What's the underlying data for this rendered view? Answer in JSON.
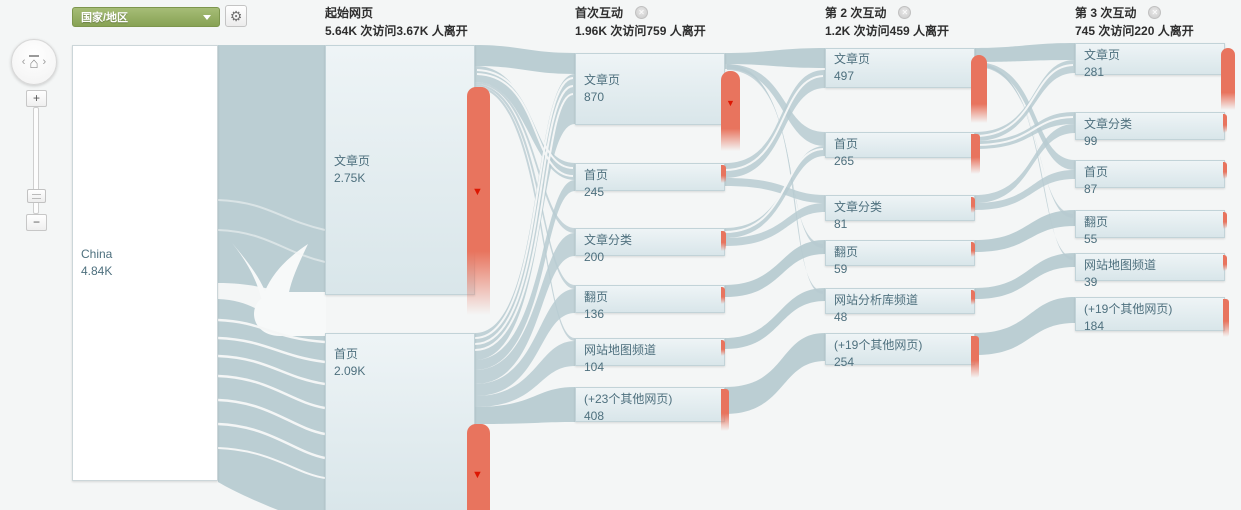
{
  "colors": {
    "background": "#f4f6f6",
    "band": "#b7cbd1",
    "white_gap": "#f7f9f9",
    "node_fill_top": "#eef4f6",
    "node_fill_bottom": "#d9e6ea",
    "node_border": "#c2d3d8",
    "node_text": "#4e707e",
    "dropoff": "#e8745e",
    "dropoff_arrow": "#dd1602",
    "header_text": "#2e2e2e",
    "dropdown_green": "#94ad63"
  },
  "toolbar": {
    "dimension_label": "国家/地区",
    "gear_icon": "⚙"
  },
  "pan_zoom": {
    "home_icon": "⌂",
    "left_chevron": "‹",
    "right_chevron": "›",
    "zoom_in": "+",
    "zoom_out": "−"
  },
  "close_icon": "✕",
  "dropoff_arrow_glyph": "▼",
  "source_node": {
    "label": "China",
    "value": "4.84K"
  },
  "columns": [
    {
      "title": "起始网页",
      "subtitle": "5.64K 次访问3.67K 人离开",
      "closable": false,
      "nodes": [
        {
          "label": "文章页",
          "value": "2.75K"
        },
        {
          "label": "首页",
          "value": "2.09K"
        }
      ]
    },
    {
      "title": "首次互动",
      "subtitle": "1.96K 次访问759 人离开",
      "closable": true,
      "nodes": [
        {
          "label": "文章页",
          "value": "870"
        },
        {
          "label": "首页",
          "value": "245"
        },
        {
          "label": "文章分类",
          "value": "200"
        },
        {
          "label": "翻页",
          "value": "136"
        },
        {
          "label": "网站地图频道",
          "value": "104"
        },
        {
          "label": "(+23个其他网页)",
          "value": "408"
        }
      ]
    },
    {
      "title": "第 2 次互动",
      "subtitle": "1.2K 次访问459 人离开",
      "closable": true,
      "nodes": [
        {
          "label": "文章页",
          "value": "497"
        },
        {
          "label": "首页",
          "value": "265"
        },
        {
          "label": "文章分类",
          "value": "81"
        },
        {
          "label": "翻页",
          "value": "59"
        },
        {
          "label": "网站分析库频道",
          "value": "48"
        },
        {
          "label": "(+19个其他网页)",
          "value": "254"
        }
      ]
    },
    {
      "title": "第 3 次互动",
      "subtitle": "745 次访问220 人离开",
      "closable": true,
      "nodes": [
        {
          "label": "文章页",
          "value": "281"
        },
        {
          "label": "文章分类",
          "value": "99"
        },
        {
          "label": "首页",
          "value": "87"
        },
        {
          "label": "翻页",
          "value": "55"
        },
        {
          "label": "网站地图频道",
          "value": "39"
        },
        {
          "label": "(+19个其他网页)",
          "value": "184"
        }
      ]
    }
  ]
}
